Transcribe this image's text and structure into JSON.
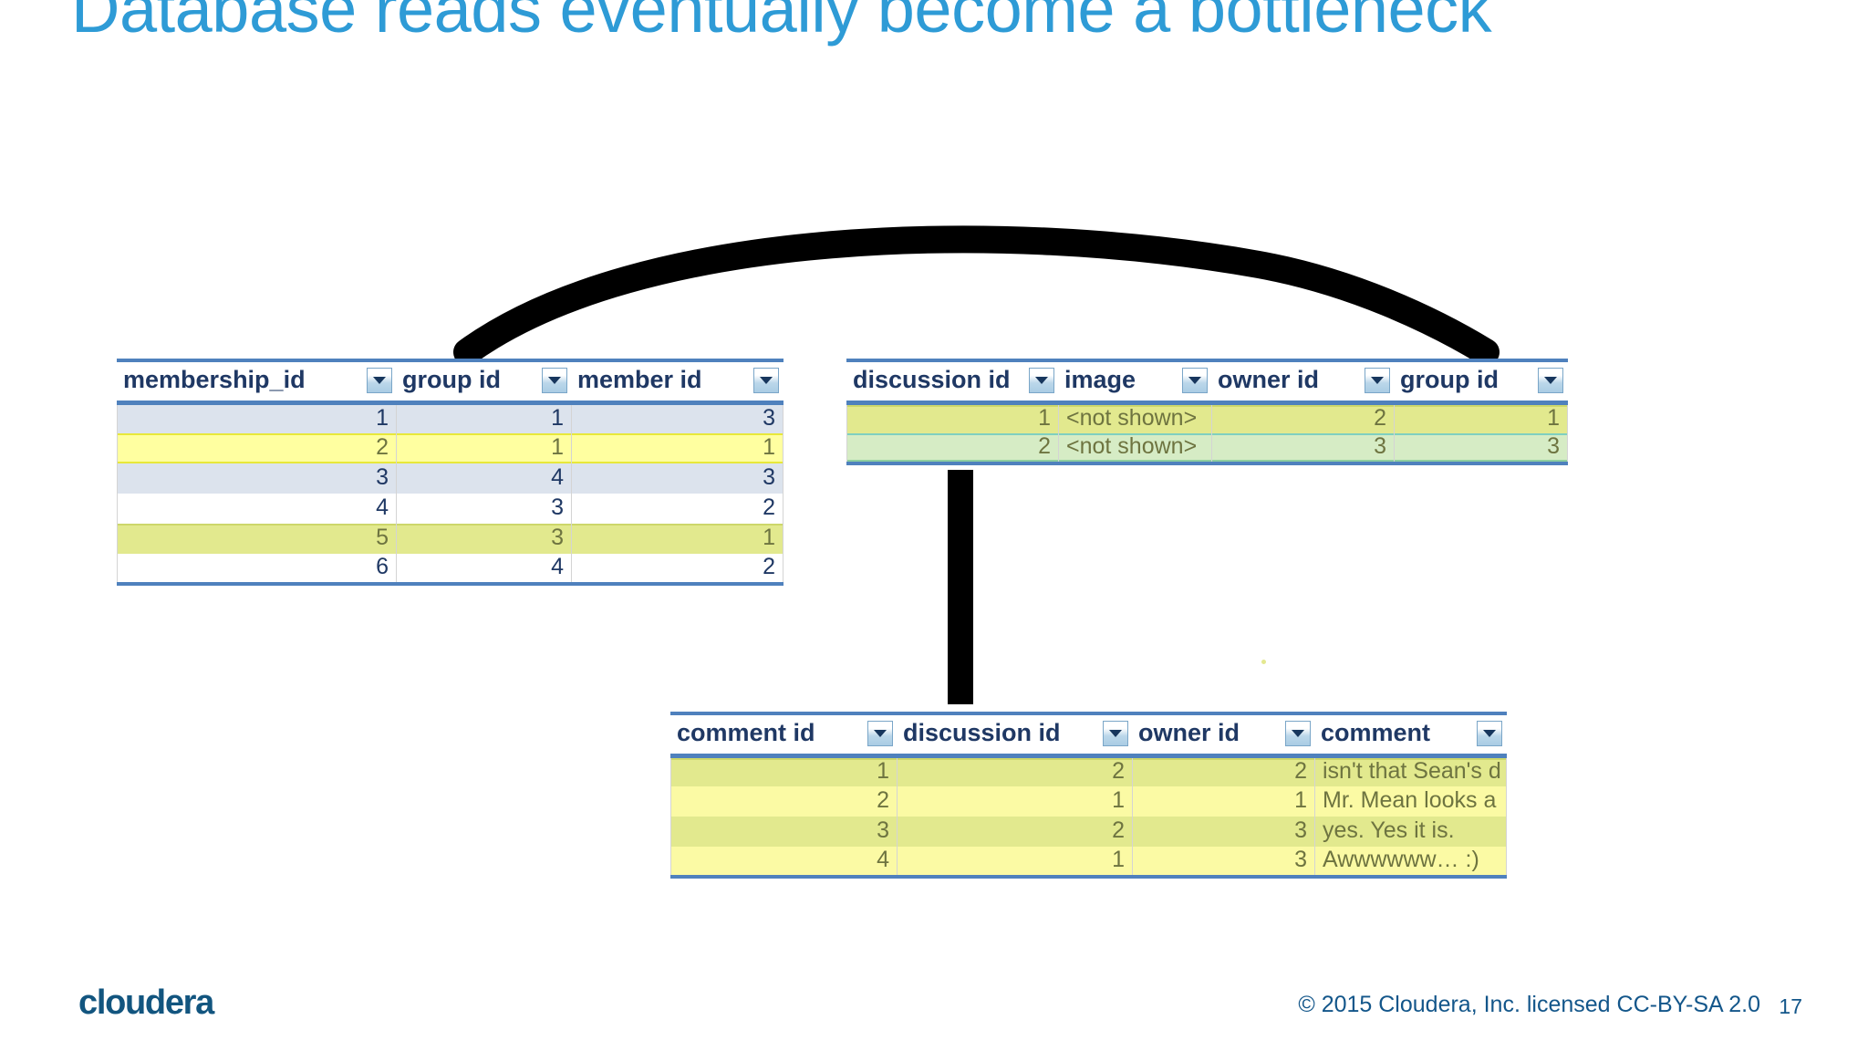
{
  "slide": {
    "title": "Database reads eventually become a bottleneck",
    "title_color": "#2e9bd6",
    "page_number": "17",
    "logo_text": "cloudera",
    "copyright": "© 2015 Cloudera, Inc. licensed CC-BY-SA 2.0"
  },
  "tables": {
    "membership": {
      "name": "membership",
      "headers": [
        "membership_id",
        "group id",
        "member id"
      ],
      "rows": [
        {
          "cells": [
            "1",
            "1",
            "3"
          ],
          "fill": "#dce3ed"
        },
        {
          "cells": [
            "2",
            "1",
            "1"
          ],
          "fill": "#ffffa0"
        },
        {
          "cells": [
            "3",
            "4",
            "3"
          ],
          "fill": "#dce3ed"
        },
        {
          "cells": [
            "4",
            "3",
            "2"
          ],
          "fill": "#ffffff"
        },
        {
          "cells": [
            "5",
            "3",
            "1"
          ],
          "fill": "#e2e98e"
        },
        {
          "cells": [
            "6",
            "4",
            "2"
          ],
          "fill": "#ffffff"
        }
      ]
    },
    "discussion": {
      "name": "discussion",
      "headers": [
        "discussion id",
        "image",
        "owner id",
        "group id"
      ],
      "rows": [
        {
          "cells": [
            "1",
            "<not shown>",
            "2",
            "1"
          ],
          "fill": "#e2e98e"
        },
        {
          "cells": [
            "2",
            "<not shown>",
            "3",
            "3"
          ],
          "fill": "#d6ecc5"
        }
      ]
    },
    "comment": {
      "name": "comment",
      "headers": [
        "comment id",
        "discussion id",
        "owner id",
        "comment"
      ],
      "rows": [
        {
          "cells": [
            "1",
            "2",
            "2",
            "isn't that Sean's d"
          ],
          "fill": "#e2e98e"
        },
        {
          "cells": [
            "2",
            "1",
            "1",
            "Mr. Mean looks a"
          ],
          "fill": "#fbfaa4"
        },
        {
          "cells": [
            "3",
            "2",
            "3",
            "yes. Yes it is."
          ],
          "fill": "#e2e98e"
        },
        {
          "cells": [
            "4",
            "1",
            "3",
            "Awwwwww… :)"
          ],
          "fill": "#fbfaa4"
        }
      ]
    }
  },
  "connectors": {
    "arc_label": "membership-to-discussion-arc",
    "bar_label": "discussion-to-comment-bar",
    "ink_color": "#000000"
  }
}
